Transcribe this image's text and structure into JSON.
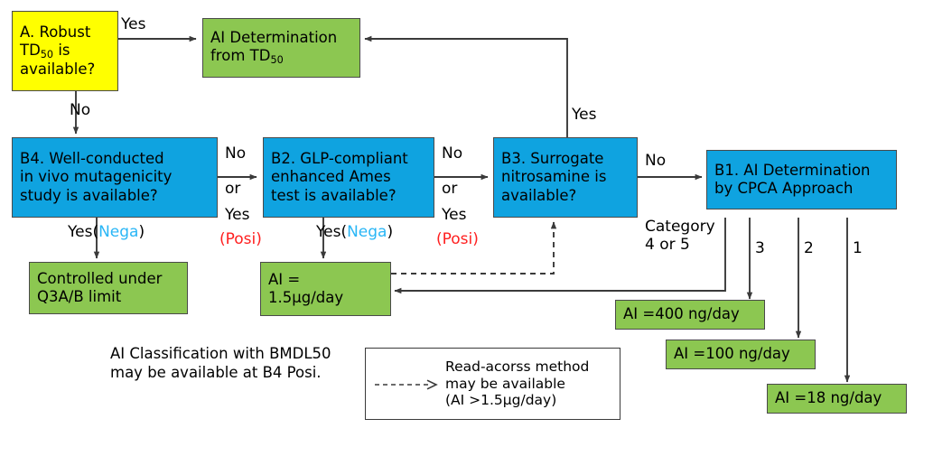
{
  "diagram": {
    "title": "AI determination decision tree for nitrosamines",
    "colors": {
      "start": "#ffff00",
      "decision": "#0fa3e0",
      "terminal": "#8cc751",
      "edge": "#3a3a3a",
      "nega": "#29b6f6",
      "posi": "#ff2020"
    }
  },
  "nodes": {
    "a_robust": {
      "line1": "A. Robust",
      "line2_pre": "TD",
      "line2_sub": "50",
      "line2_post": " is",
      "line3": "available?"
    },
    "ai_from_td50": {
      "line1": "AI Determination",
      "line2_pre": "from TD",
      "line2_sub": "50"
    },
    "b4": {
      "line1": "B4. Well-conducted",
      "line2": "in vivo mutagenicity",
      "line3": "study is available?"
    },
    "b2": {
      "line1": "B2. GLP-compliant",
      "line2": "enhanced Ames",
      "line3": "test is available?"
    },
    "b3": {
      "line1": "B3. Surrogate",
      "line2": "nitrosamine is",
      "line3": "available?"
    },
    "b1": {
      "line1": "B1. AI Determination",
      "line2": "by CPCA Approach"
    },
    "controlled": {
      "line1": "Controlled under",
      "line2": "Q3A/B limit"
    },
    "ai_15": {
      "line1": "AI =",
      "line2": "1.5μg/day"
    },
    "ai_400": {
      "line1": "AI =400 ng/day"
    },
    "ai_100": {
      "line1": "AI =100 ng/day"
    },
    "ai_18": {
      "line1": "AI =18 ng/day"
    }
  },
  "edge_labels": {
    "a_yes": "Yes",
    "a_no": "No",
    "b4_no": "No",
    "b4_or": "or",
    "b4_yes": "Yes",
    "b4_posi": "(Posi)",
    "b4_yes_nega_pre": "Yes(",
    "b4_yes_nega_mid": "Nega",
    "b4_yes_nega_post": ")",
    "b2_no": "No",
    "b2_or": "or",
    "b2_yes": "Yes",
    "b2_posi": "(Posi)",
    "b2_yes_nega_pre": "Yes(",
    "b2_yes_nega_mid": "Nega",
    "b2_yes_nega_post": ")",
    "b3_yes": "Yes",
    "b3_no": "No",
    "cat_line1": "Category",
    "cat_line2": "4 or 5",
    "cpca_3": "3",
    "cpca_2": "2",
    "cpca_1": "1"
  },
  "notes": {
    "bmdl_line1": "AI Classification with BMDL50",
    "bmdl_line2": "may be available at B4 Posi."
  },
  "legend": {
    "line1": "Read-acorss method",
    "line2": "may be available",
    "line3": "(AI >1.5μg/day)"
  }
}
